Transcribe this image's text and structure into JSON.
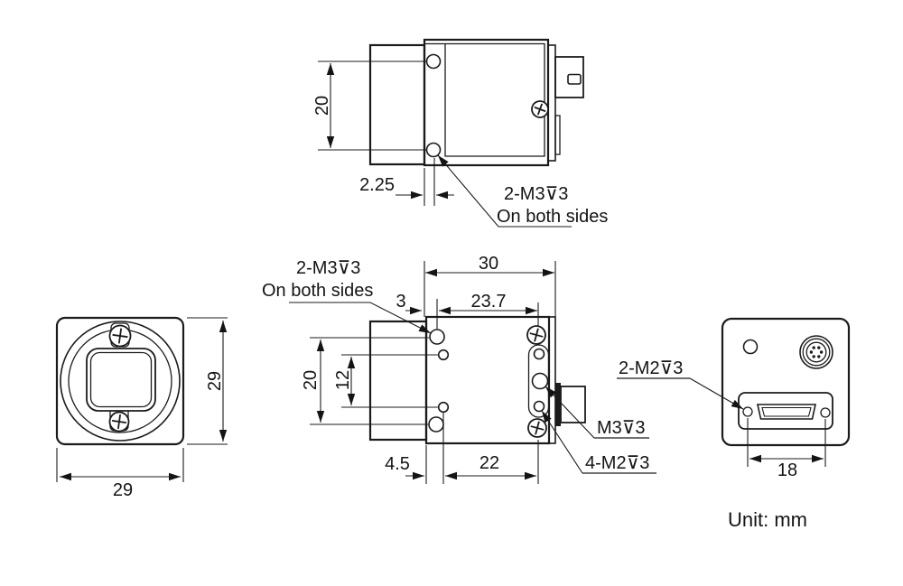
{
  "drawing": {
    "unit_label": "Unit: mm",
    "top_side_view": {
      "dim_hole_spacing": "20",
      "dim_front_to_hole": "2.25",
      "thread_label": "2-M3⊽3",
      "thread_note": "On both sides"
    },
    "front_view": {
      "dim_height": "29",
      "dim_width": "29"
    },
    "side_view": {
      "dim_depth": "30",
      "dim_front_to_hole": "3",
      "dim_hole_to_hole": "23.7",
      "dim_hole_spacing_outer": "20",
      "dim_hole_spacing_inner": "12",
      "dim_front_to_hole_bottom": "4.5",
      "dim_hole_to_hole_bottom": "22",
      "thread_label": "2-M3⊽3",
      "thread_note": "On both sides",
      "m3_thread_label": "M3⊽3",
      "m2_thread_label": "4-M2⊽3"
    },
    "back_view": {
      "thread_label": "2-M2⊽3",
      "dim_hole_spacing": "18"
    }
  }
}
